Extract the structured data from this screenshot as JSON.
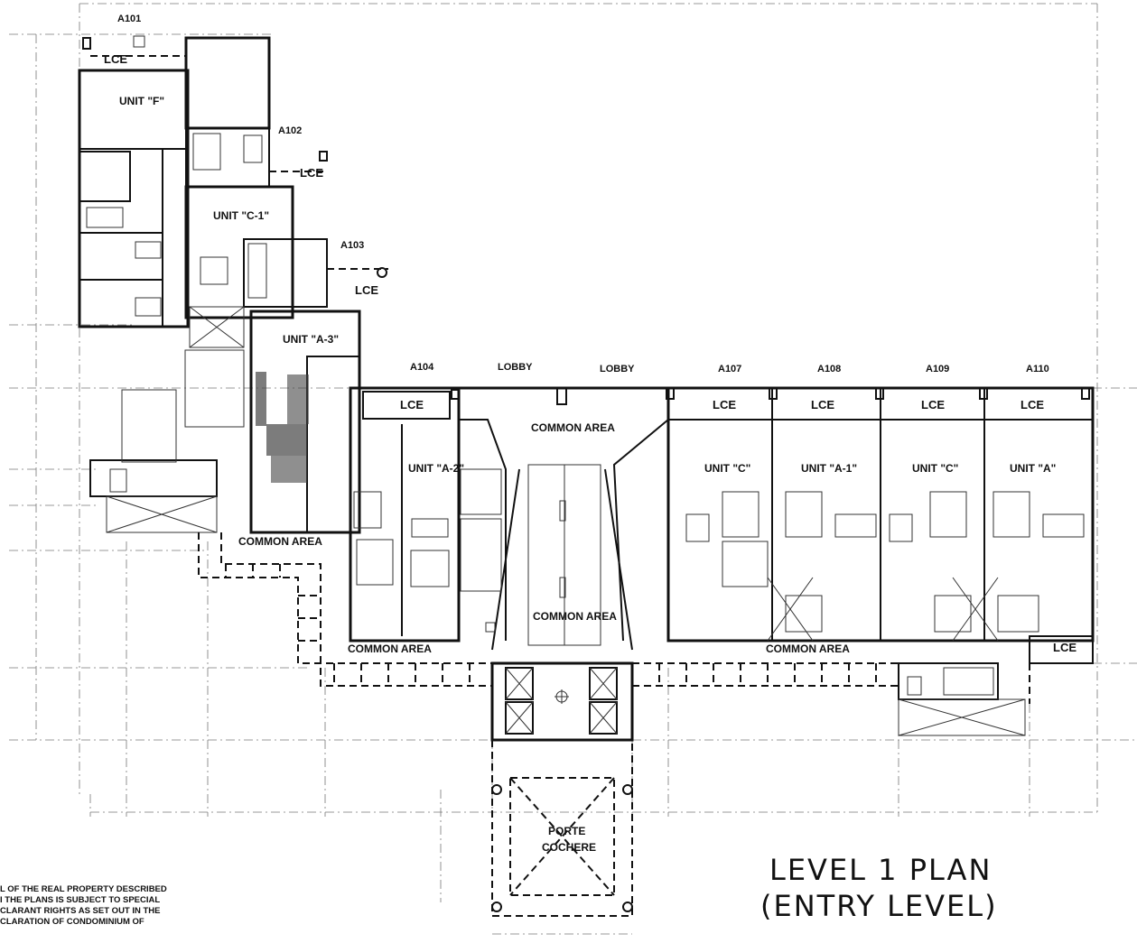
{
  "title": {
    "line1": "LEVEL 1 PLAN",
    "line2": "(ENTRY LEVEL)"
  },
  "note_lines": [
    "L OF THE REAL PROPERTY DESCRIBED",
    "I THE PLANS IS SUBJECT TO SPECIAL",
    "CLARANT RIGHTS AS SET OUT IN THE",
    "CLARATION OF CONDOMINIUM OF"
  ],
  "units": {
    "a101": "A101",
    "a102": "A102",
    "a103": "A103",
    "a104": "A104",
    "lobby1": "LOBBY",
    "lobby2": "LOBBY",
    "a107": "A107",
    "a108": "A108",
    "a109": "A109",
    "a110": "A110"
  },
  "unit_types": {
    "f": "UNIT \"F\"",
    "c1": "UNIT \"C-1\"",
    "a3": "UNIT \"A-3\"",
    "a2": "UNIT \"A-2\"",
    "c_a107": "UNIT \"C\"",
    "a1": "UNIT \"A-1\"",
    "c_a109": "UNIT \"C\"",
    "a_a110": "UNIT \"A\""
  },
  "lce": "LCE",
  "areas": {
    "common_top": "COMMON AREA",
    "common_mid": "COMMON AREA",
    "common_left": "COMMON AREA",
    "common_bl": "COMMON AREA",
    "common_br": "COMMON AREA",
    "porte": "PORTE",
    "cochere": "COCHERE"
  }
}
